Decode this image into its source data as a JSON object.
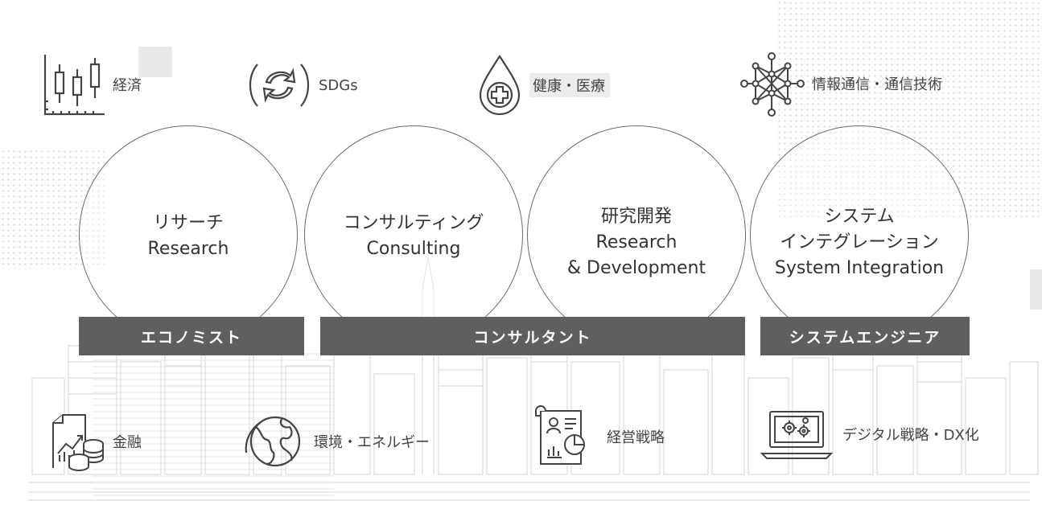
{
  "top_topics": [
    {
      "icon": "candlestick-chart-icon",
      "label": "経済"
    },
    {
      "icon": "recycle-arrows-icon",
      "label": "SDGs"
    },
    {
      "icon": "medical-drop-icon",
      "label": "健康・医療"
    },
    {
      "icon": "network-nodes-icon",
      "label": "情報通信・通信技術"
    }
  ],
  "circles": [
    {
      "lines": [
        "リサーチ",
        "Research"
      ]
    },
    {
      "lines": [
        "コンサルティング",
        "Consulting"
      ]
    },
    {
      "lines": [
        "研究開発",
        "Research",
        "& Development"
      ]
    },
    {
      "lines": [
        "システム",
        "インテグレーション",
        "System Integration"
      ]
    }
  ],
  "roles": [
    {
      "label": "エコノミスト"
    },
    {
      "label": "コンサルタント"
    },
    {
      "label": "システムエンジニア"
    }
  ],
  "bottom_topics": [
    {
      "icon": "finance-chart-coins-icon",
      "label": "金融"
    },
    {
      "icon": "globe-leaf-icon",
      "label": "環境・エネルギー"
    },
    {
      "icon": "management-document-icon",
      "label": "経営戦略"
    },
    {
      "icon": "laptop-gears-icon",
      "label": "デジタル戦略・DX化"
    }
  ]
}
